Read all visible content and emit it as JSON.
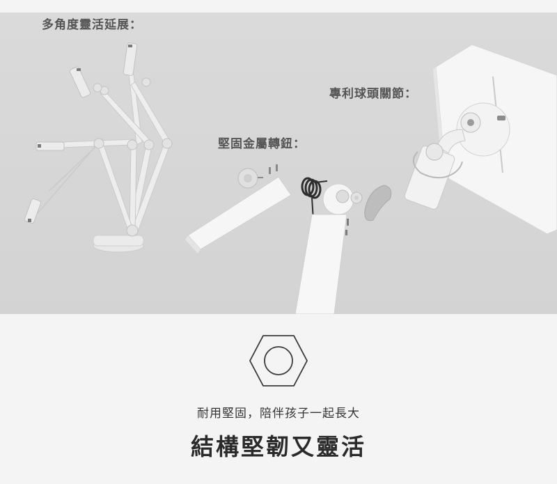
{
  "callouts": {
    "flexible_extension": "多角度靈活延展：",
    "patented_ball_joint": "專利球頭關節：",
    "metal_knob": "堅固金屬轉鈕："
  },
  "footer": {
    "icon": "hexagon-nut-icon",
    "subtitle": "耐用堅固，陪伴孩子一起長大",
    "title": "結構堅韌又靈活"
  },
  "colors": {
    "photo_background": "#d6d6d6",
    "page_background": "#f4f4f4",
    "product_white": "#f3f3f3",
    "text_dark": "#2a2a2a"
  }
}
